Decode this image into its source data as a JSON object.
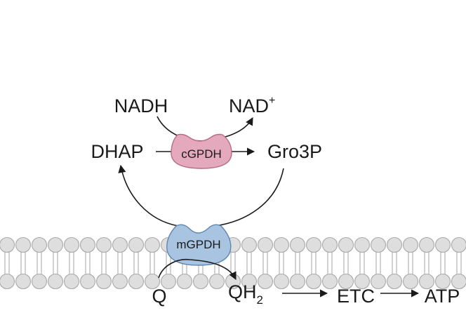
{
  "metabolites": {
    "nadh": "NADH",
    "nad": "NAD",
    "nad_charge": "+",
    "dhap": "DHAP",
    "gro3p": "Gro3P",
    "q": "Q",
    "qh2": "QH",
    "qh2_subscript": "2",
    "etc": "ETC",
    "atp": "ATP"
  },
  "enzymes": {
    "cytosolic": "cGPDH",
    "mitochondrial": "mGPDH"
  },
  "colors": {
    "nad_text": "#a3231f",
    "cgpdh_fill": "#e4a9bd",
    "cgpdh_stroke": "#b86c86",
    "mgpdh_fill": "#a9c4e0",
    "mgpdh_stroke": "#5f86b0",
    "arrow": "#1a1a1a",
    "membrane_head": "#dedede"
  },
  "icons": {
    "enzyme_shape": "pacman-enzyme-icon",
    "membrane": "lipid-bilayer-icon"
  }
}
